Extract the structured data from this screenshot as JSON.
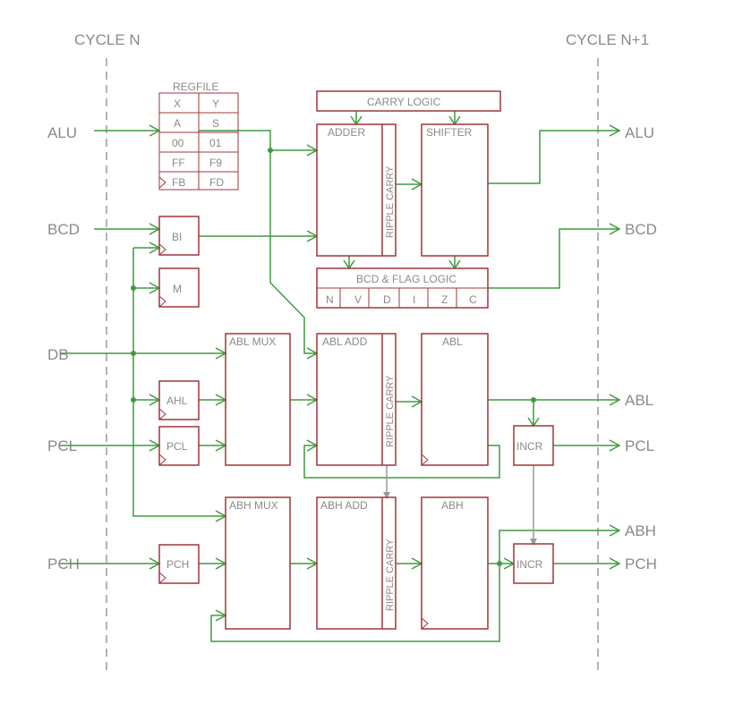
{
  "cycles": {
    "left": "CYCLE N",
    "right": "CYCLE N+1"
  },
  "inputs": {
    "alu": "ALU",
    "bcd": "BCD",
    "db": "DB",
    "pcl": "PCL",
    "pch": "PCH"
  },
  "outputs": {
    "alu": "ALU",
    "bcd": "BCD",
    "abl": "ABL",
    "pcl": "PCL",
    "abh": "ABH",
    "pch": "PCH"
  },
  "regfile": {
    "title": "REGFILE",
    "cells": [
      [
        "X",
        "Y"
      ],
      [
        "A",
        "S"
      ],
      [
        "00",
        "01"
      ],
      [
        "FF",
        "F9"
      ],
      [
        "FB",
        "FD"
      ]
    ]
  },
  "registers": {
    "bi": "BI",
    "m": "M",
    "ahl": "AHL",
    "pcl": "PCL",
    "pch": "PCH"
  },
  "blocks": {
    "carry_logic": "CARRY LOGIC",
    "adder": "ADDER",
    "shifter": "SHIFTER",
    "ripple_carry": "RIPPLE CARRY",
    "bcd_flag_logic": "BCD & FLAG LOGIC",
    "abl_mux": "ABL MUX",
    "abl_add": "ABL ADD",
    "abl": "ABL",
    "abh_mux": "ABH MUX",
    "abh_add": "ABH ADD",
    "abh": "ABH",
    "incr": "INCR"
  },
  "flags": [
    "N",
    "V",
    "D",
    "I",
    "Z",
    "C"
  ]
}
